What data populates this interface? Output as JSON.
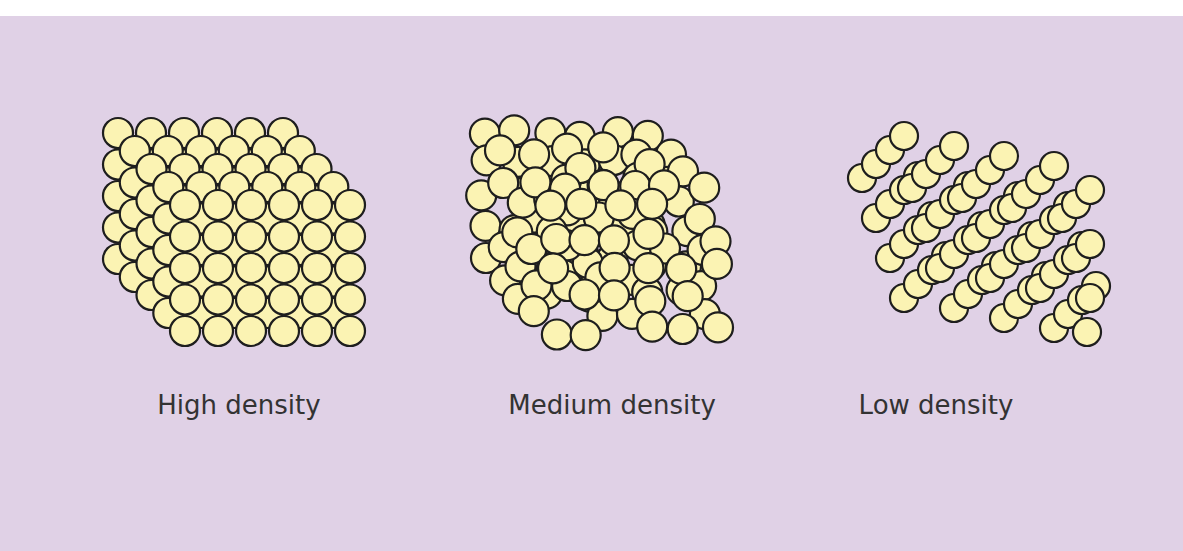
{
  "diagram": {
    "labels": [
      "High density",
      "Medium density",
      "Low density"
    ]
  }
}
